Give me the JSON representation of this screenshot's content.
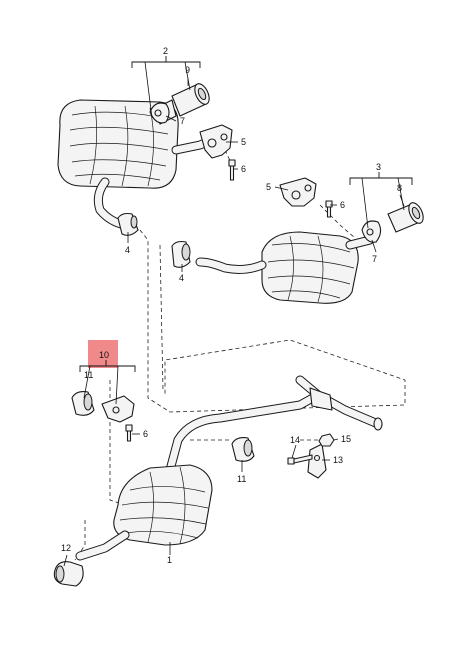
{
  "callouts": {
    "c1": "1",
    "c2": "2",
    "c3": "3",
    "c4a": "4",
    "c4b": "4",
    "c5a": "5",
    "c5b": "5",
    "c6a": "6",
    "c6b": "6",
    "c6c": "6",
    "c7a": "7",
    "c7b": "7",
    "c8": "8",
    "c9": "9",
    "c10": "10",
    "c11a": "11",
    "c11b": "11",
    "c12": "12",
    "c13": "13",
    "c14": "14",
    "c15": "15"
  },
  "colors": {
    "highlight": "#f08a8a",
    "line": "#1a1a1a",
    "fill": "#f4f4f4"
  }
}
